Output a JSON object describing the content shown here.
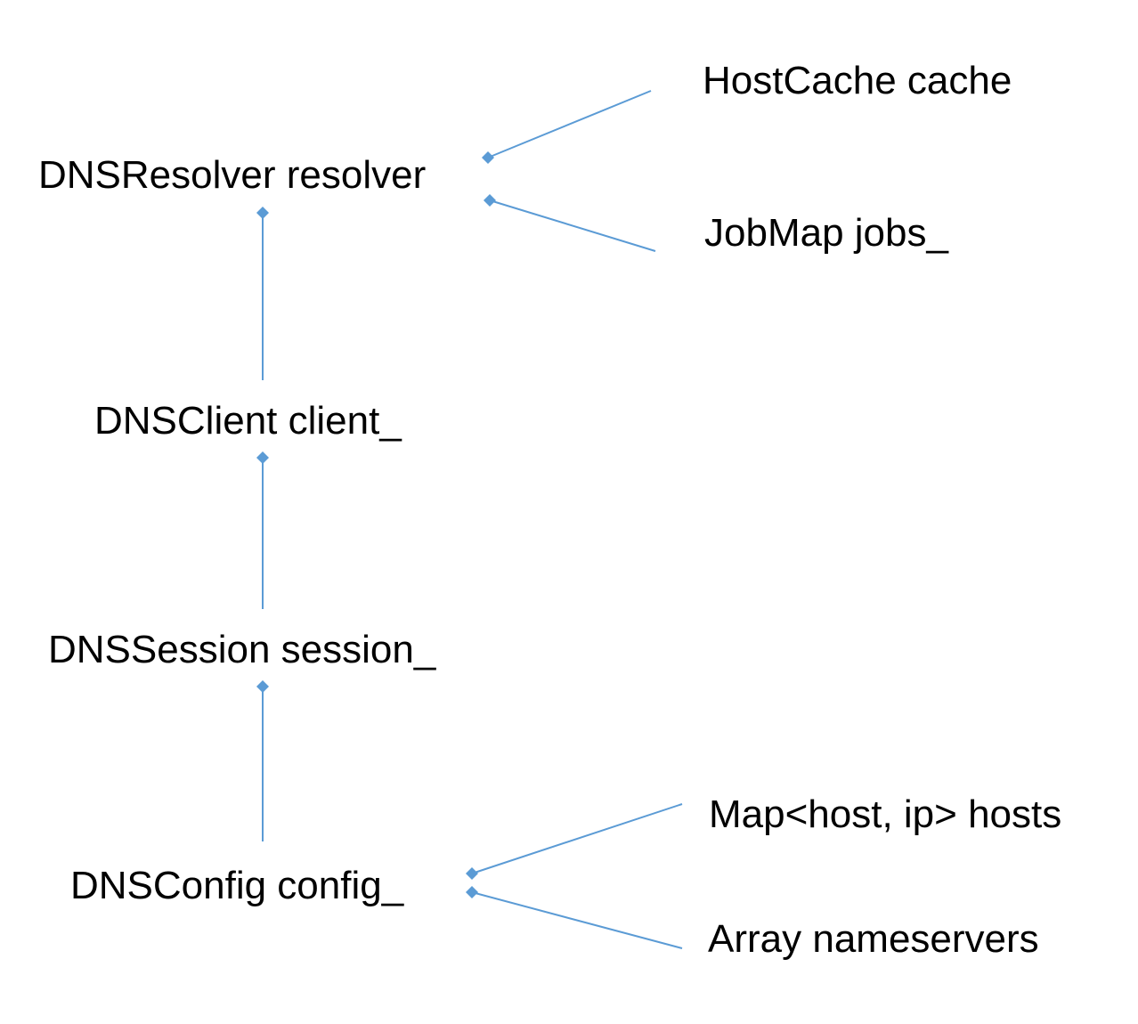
{
  "nodes": {
    "resolver": "DNSResolver resolver",
    "cache": "HostCache cache",
    "jobs": "JobMap jobs_",
    "client": "DNSClient client_",
    "session": "DNSSession session_",
    "config": "DNSConfig config_",
    "hosts": "Map<host, ip> hosts",
    "nameservers": "Array nameservers"
  },
  "edges": [
    {
      "from": "resolver",
      "to": "cache",
      "type": "composition"
    },
    {
      "from": "resolver",
      "to": "jobs",
      "type": "composition"
    },
    {
      "from": "resolver",
      "to": "client",
      "type": "composition"
    },
    {
      "from": "client",
      "to": "session",
      "type": "composition"
    },
    {
      "from": "session",
      "to": "config",
      "type": "composition"
    },
    {
      "from": "config",
      "to": "hosts",
      "type": "composition"
    },
    {
      "from": "config",
      "to": "nameservers",
      "type": "composition"
    }
  ],
  "colors": {
    "connector": "#5b9bd5",
    "text": "#000000",
    "background": "#ffffff"
  }
}
